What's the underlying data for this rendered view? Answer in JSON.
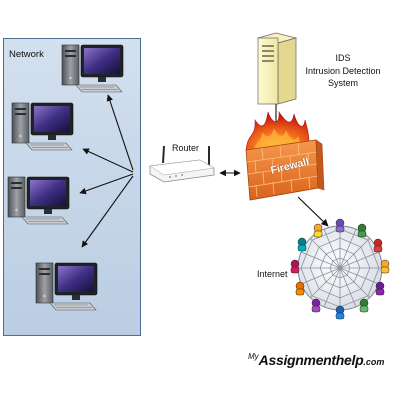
{
  "network": {
    "label": "Network"
  },
  "router": {
    "label": "Router"
  },
  "firewall": {
    "label": "Firewall"
  },
  "ids": {
    "title": "IDS",
    "subtitle_line1": "Intrusion Detection",
    "subtitle_line2": "System"
  },
  "internet": {
    "label": "Internet"
  },
  "logo": {
    "prefix": "My",
    "main": "Assignmenthelp",
    "domain": ".com"
  },
  "colors": {
    "network_box": "#c7d7e9",
    "network_border": "#4d6f96",
    "server_body": "#fffbd2",
    "firewall_brick": "#ee7d2f",
    "flame": "#e0301e",
    "web": "#9aa0ab"
  },
  "icons": {
    "network_nodes": "desktop-computer-icon",
    "router": "wireless-router-icon",
    "ids": "server-tower-icon",
    "firewall": "brick-wall-fire-icon",
    "internet": "spider-web-globe-icon"
  }
}
